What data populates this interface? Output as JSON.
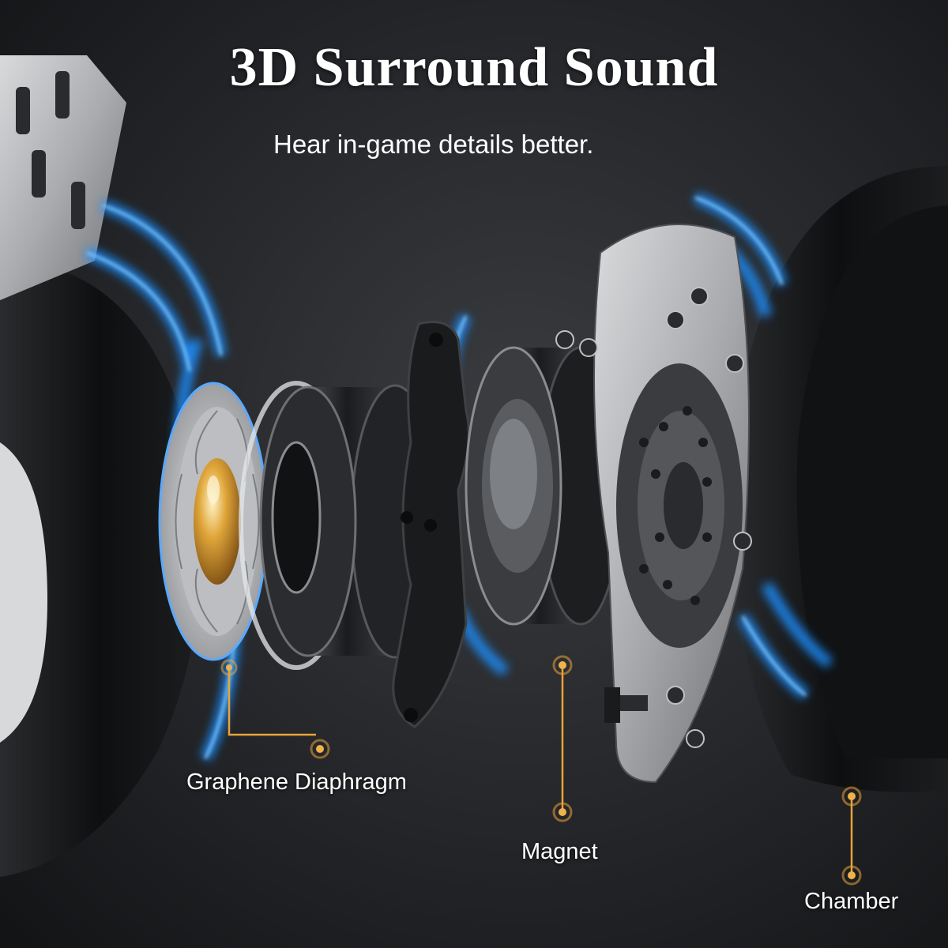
{
  "headline": "3D Surround Sound",
  "tagline": "Hear in-game details better.",
  "callouts": {
    "diaphragm": "Graphene Diaphragm",
    "magnet": "Magnet",
    "chamber": "Chamber"
  },
  "colors": {
    "background": "#1a1b1d",
    "glow": "#1f8fff",
    "callout_line": "#e8a33a",
    "text": "#ffffff"
  }
}
